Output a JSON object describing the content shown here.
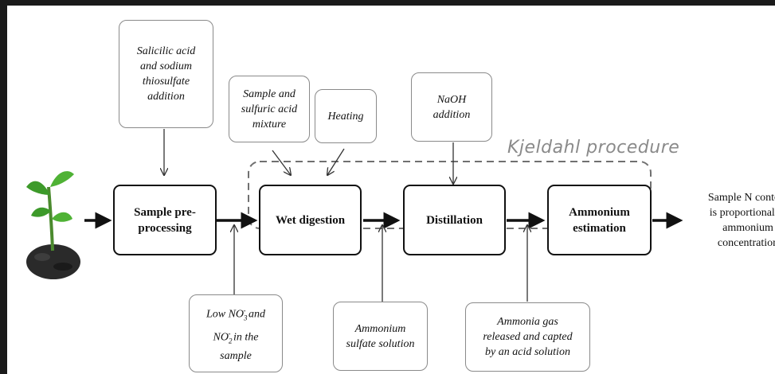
{
  "notes": {
    "salicylic": "Salicilic acid\nand sodium\nthiosulfate\naddition",
    "sample_mix": "Sample and\nsulfuric acid\nmixture",
    "heating": "Heating",
    "naoh": "NaOH\naddition"
  },
  "steps": {
    "pre": "Sample pre-\nprocessing",
    "wet": "Wet digestion",
    "dist": "Distillation",
    "amm": "Ammonium\nestimation"
  },
  "procedure_label": "Kjeldahl procedure",
  "low_no": {
    "line1_pre": "Low NO",
    "sub1": "3",
    "sup1": "-",
    "line1_post": " and",
    "line2_pre": "NO",
    "sub2": "2",
    "sup2": "-",
    "line2_post": " in the",
    "line3": "sample"
  },
  "bottom": {
    "ammonium_sulfate": "Ammonium\nsulfate solution",
    "ammonia_gas": "Ammonia gas\nreleased and capted\nby an acid solution"
  },
  "result": "Sample N content\nis proportional to\nammonium\nconcentration",
  "colors": {
    "dashed": "#707070",
    "leaf": "#3d9a2a",
    "soil": "#2a2a2a"
  }
}
